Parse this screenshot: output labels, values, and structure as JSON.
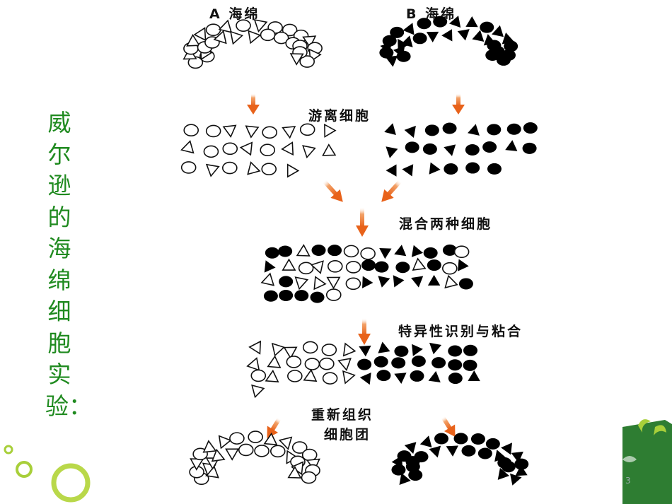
{
  "side_title": [
    "威",
    "尔",
    "逊",
    "的",
    "海",
    "绵",
    "细",
    "胞",
    "实",
    "验："
  ],
  "labels": {
    "sponge_a": "A 海绵",
    "sponge_b": "B 海绵",
    "step_dissociate": "游离细胞",
    "step_mix": "混合两种细胞",
    "step_recognize": "特异性识别与粘合",
    "step_regroup_1": "重新组织",
    "step_regroup_2": "细胞团"
  },
  "page_number": "3",
  "colors": {
    "title_green": "#1f8a1f",
    "arrow_orange": "#e8621a",
    "cell_black": "#000000",
    "cell_outline": "#111111"
  }
}
